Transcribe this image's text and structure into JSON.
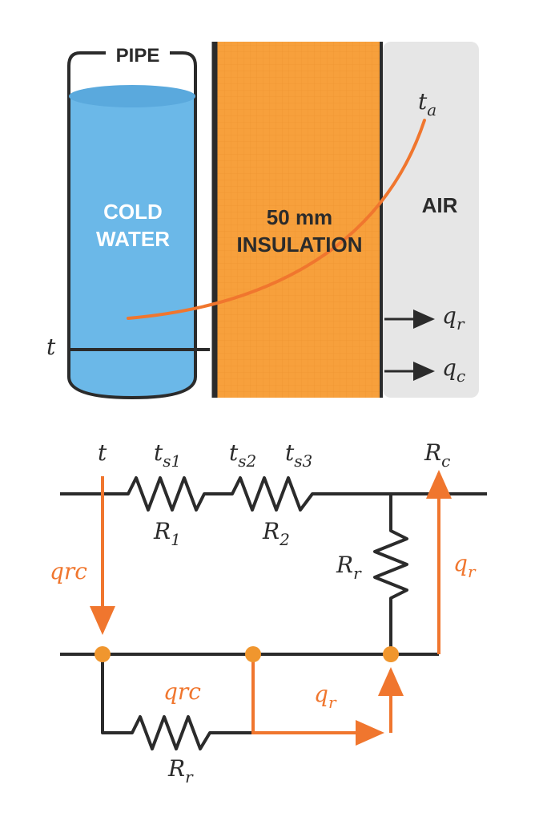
{
  "top": {
    "pipe_label": "PIPE",
    "water_label_1": "COLD",
    "water_label_2": "WATER",
    "insulation_label_1": "50 mm",
    "insulation_label_2": "INSULATION",
    "air_label": "AIR",
    "t_label": "t",
    "ta": {
      "main": "t",
      "sub": "a"
    },
    "qr": {
      "main": "q",
      "sub": "r"
    },
    "qc": {
      "main": "q",
      "sub": "c"
    }
  },
  "circuit": {
    "t_label": "t",
    "ts1": {
      "main": "t",
      "sub": "s1"
    },
    "ts2": {
      "main": "t",
      "sub": "s2"
    },
    "ts3": {
      "main": "t",
      "sub": "s3"
    },
    "R1": {
      "main": "R",
      "sub": "1"
    },
    "R2": {
      "main": "R",
      "sub": "2"
    },
    "Rc": {
      "main": "R",
      "sub": "c"
    },
    "Rr_right": {
      "main": "R",
      "sub": "r"
    },
    "Rr_bottom": {
      "main": "R",
      "sub": "r"
    },
    "qrc_left": "qrc",
    "qr_right": {
      "main": "q",
      "sub": "r"
    },
    "qrc_bottom": "qrc",
    "qr_bottom": {
      "main": "q",
      "sub": "r"
    }
  },
  "colors": {
    "water": "#6bb8e8",
    "water_top": "#5aa9dd",
    "insulation": "#f7a03c",
    "air": "#e6e6e6",
    "line": "#2b2b2b",
    "accent": "#f0762e"
  }
}
